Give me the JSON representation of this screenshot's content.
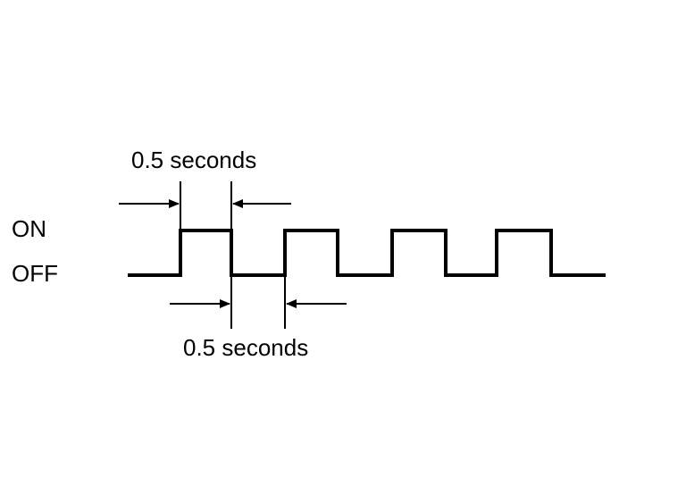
{
  "state_labels": {
    "on": "ON",
    "off": "OFF"
  },
  "durations": {
    "on_label": "0.5 seconds",
    "off_label": "0.5 seconds"
  },
  "colors": {
    "line": "#000000",
    "background": "#ffffff"
  }
}
